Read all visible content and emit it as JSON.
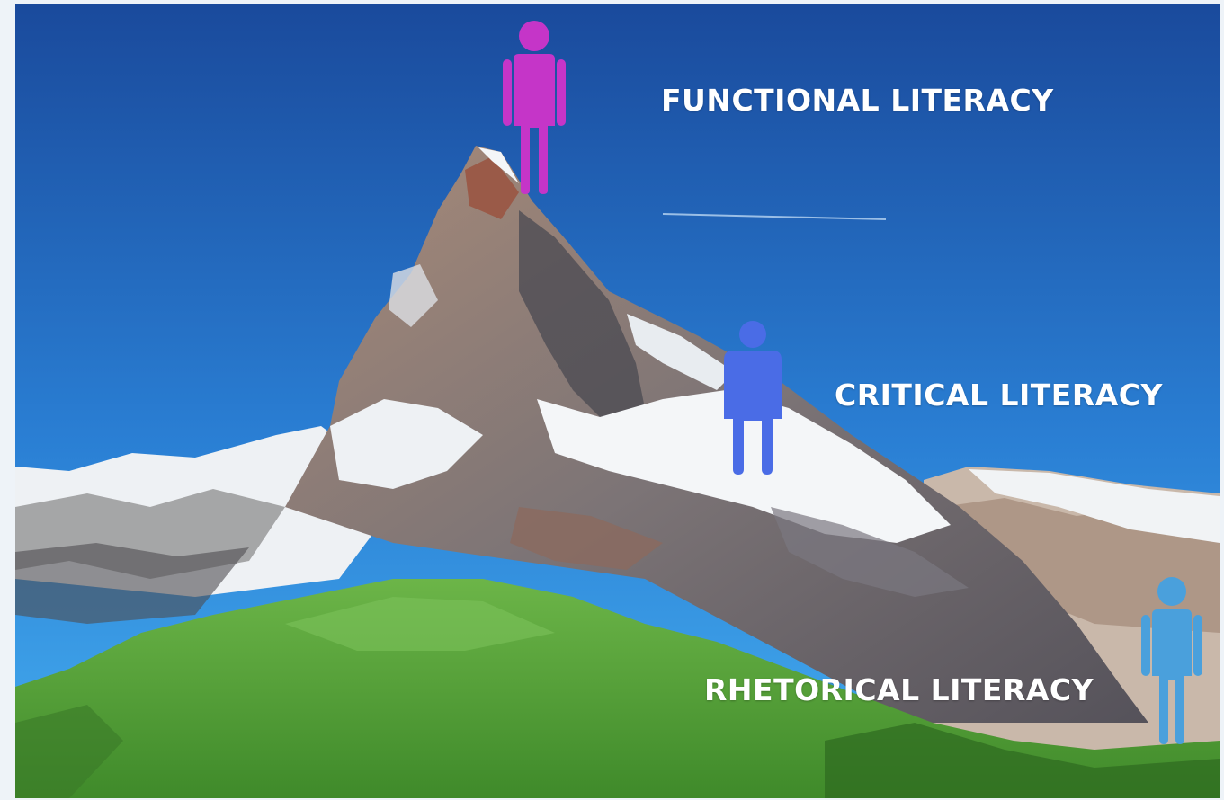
{
  "labels": {
    "functional": "FUNCTIONAL LITERACY",
    "critical": "CRITICAL LITERACY",
    "rhetorical": "RHETORICAL LITERACY"
  },
  "figures": {
    "functional": {
      "icon": "person-icon",
      "color": "#c535c8"
    },
    "critical": {
      "icon": "person-icon",
      "color": "#4a6ce6"
    },
    "rhetorical": {
      "icon": "person-icon",
      "color": "#4aa0dc"
    }
  },
  "scene": {
    "subject": "mountain-peak",
    "colors": {
      "sky_top": "#1a4fa0",
      "sky_bottom": "#3a9fe6",
      "snow": "#f4f6f8",
      "rock": "#6e6a6c",
      "grass": "#5aa83a"
    }
  }
}
